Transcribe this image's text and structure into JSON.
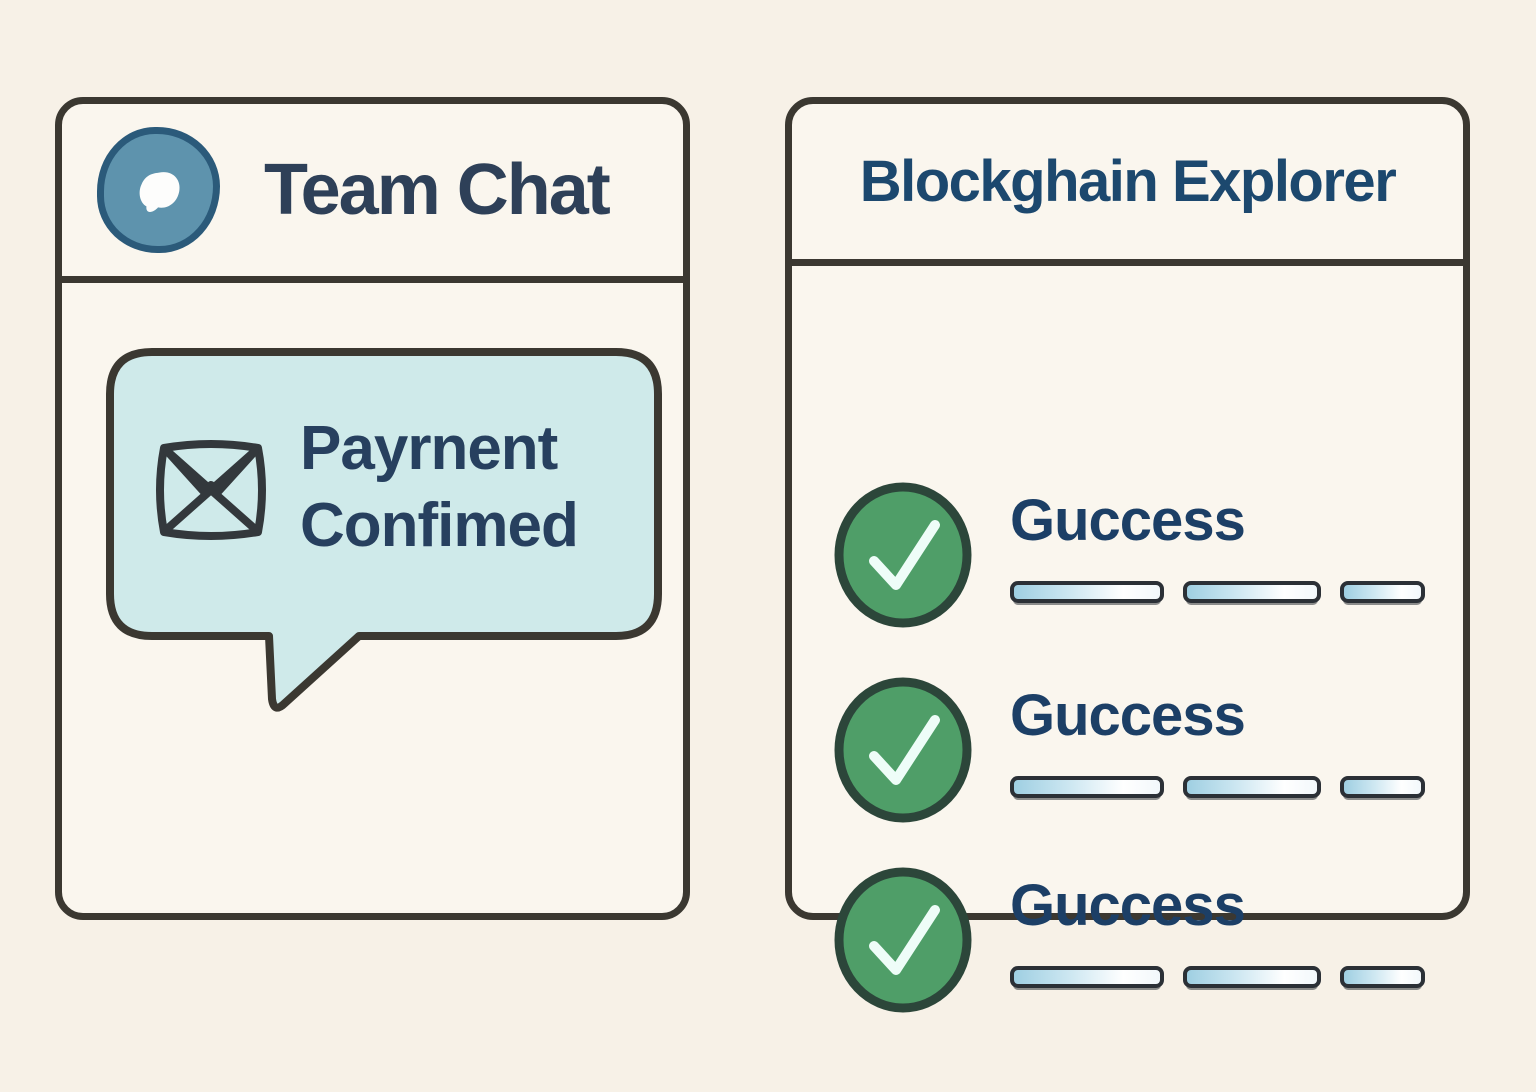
{
  "canvas": {
    "background": "#f7f1e7",
    "panel_fill": "#faf6ee",
    "outline_color": "#3b3831"
  },
  "left_panel": {
    "title": "Team Chat",
    "title_color": "#2e4058",
    "avatar": {
      "icon": "chat-bubble-icon",
      "fill": "#5e93ad",
      "border": "#2b5a7a"
    },
    "bubble": {
      "fill": "#cfeaea",
      "icon": "envelope-icon",
      "message_line1": "Payrnent",
      "message_line2": "Confimed",
      "text_color": "#27405f"
    }
  },
  "right_panel": {
    "title": "Blockghain Explorer",
    "title_color": "#1c486e",
    "status_color": "#1c3f66",
    "check_icon": "check-circle-icon",
    "check_fill": "#4f9e68",
    "check_border": "#2c463a",
    "bar_fill": "#9fcfe2",
    "rows": [
      {
        "status": "Guccess",
        "bar_count": 3
      },
      {
        "status": "Guccess",
        "bar_count": 3
      },
      {
        "status": "Guccess",
        "bar_count": 3
      }
    ]
  }
}
